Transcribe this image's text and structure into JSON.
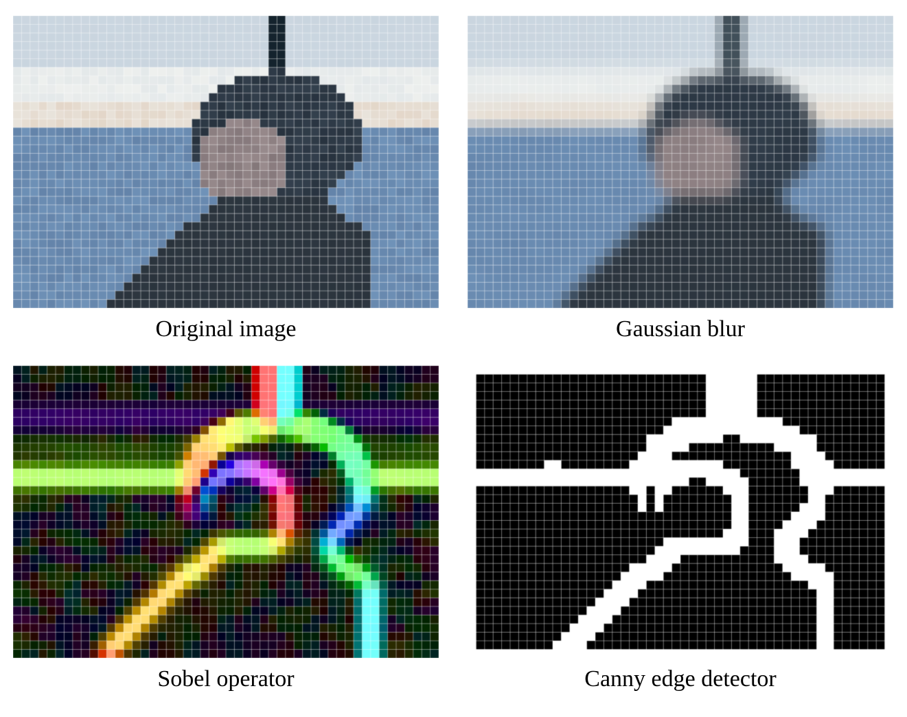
{
  "panels": {
    "original": {
      "caption": "Original image"
    },
    "blur": {
      "caption": "Gaussian blur"
    },
    "sobel": {
      "caption": "Sobel operator"
    },
    "canny": {
      "caption": "Canny edge detector"
    }
  },
  "colors": {
    "sky": "#c9d5df",
    "cloud_band": "#eef0ee",
    "horizon_glow": "#e3d6c8",
    "sea": "#6f92b8",
    "hair": "#27323e",
    "jacket": "#2a333c",
    "skin": "#9a8c8e",
    "edge_white": "#ffffff",
    "background_black": "#000000",
    "grid_line": "#ffffff"
  }
}
